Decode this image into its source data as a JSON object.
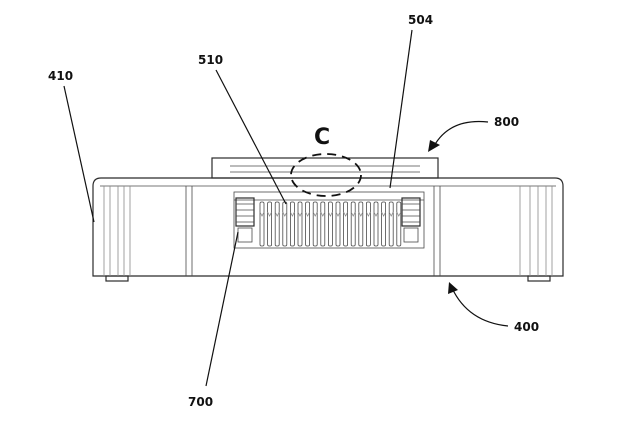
{
  "figure": {
    "labels": {
      "ref_410": "410",
      "ref_510": "510",
      "ref_504": "504",
      "ref_800": "800",
      "ref_400": "400",
      "ref_700": "700",
      "detail_c": "C"
    },
    "components": [
      {
        "id": "400",
        "description": "base housing"
      },
      {
        "id": "410",
        "description": "housing side wall"
      },
      {
        "id": "504",
        "description": "cover plate"
      },
      {
        "id": "510",
        "description": "fin array"
      },
      {
        "id": "700",
        "description": "spring element"
      },
      {
        "id": "800",
        "description": "top assembly"
      }
    ],
    "detail_callout": "C"
  }
}
